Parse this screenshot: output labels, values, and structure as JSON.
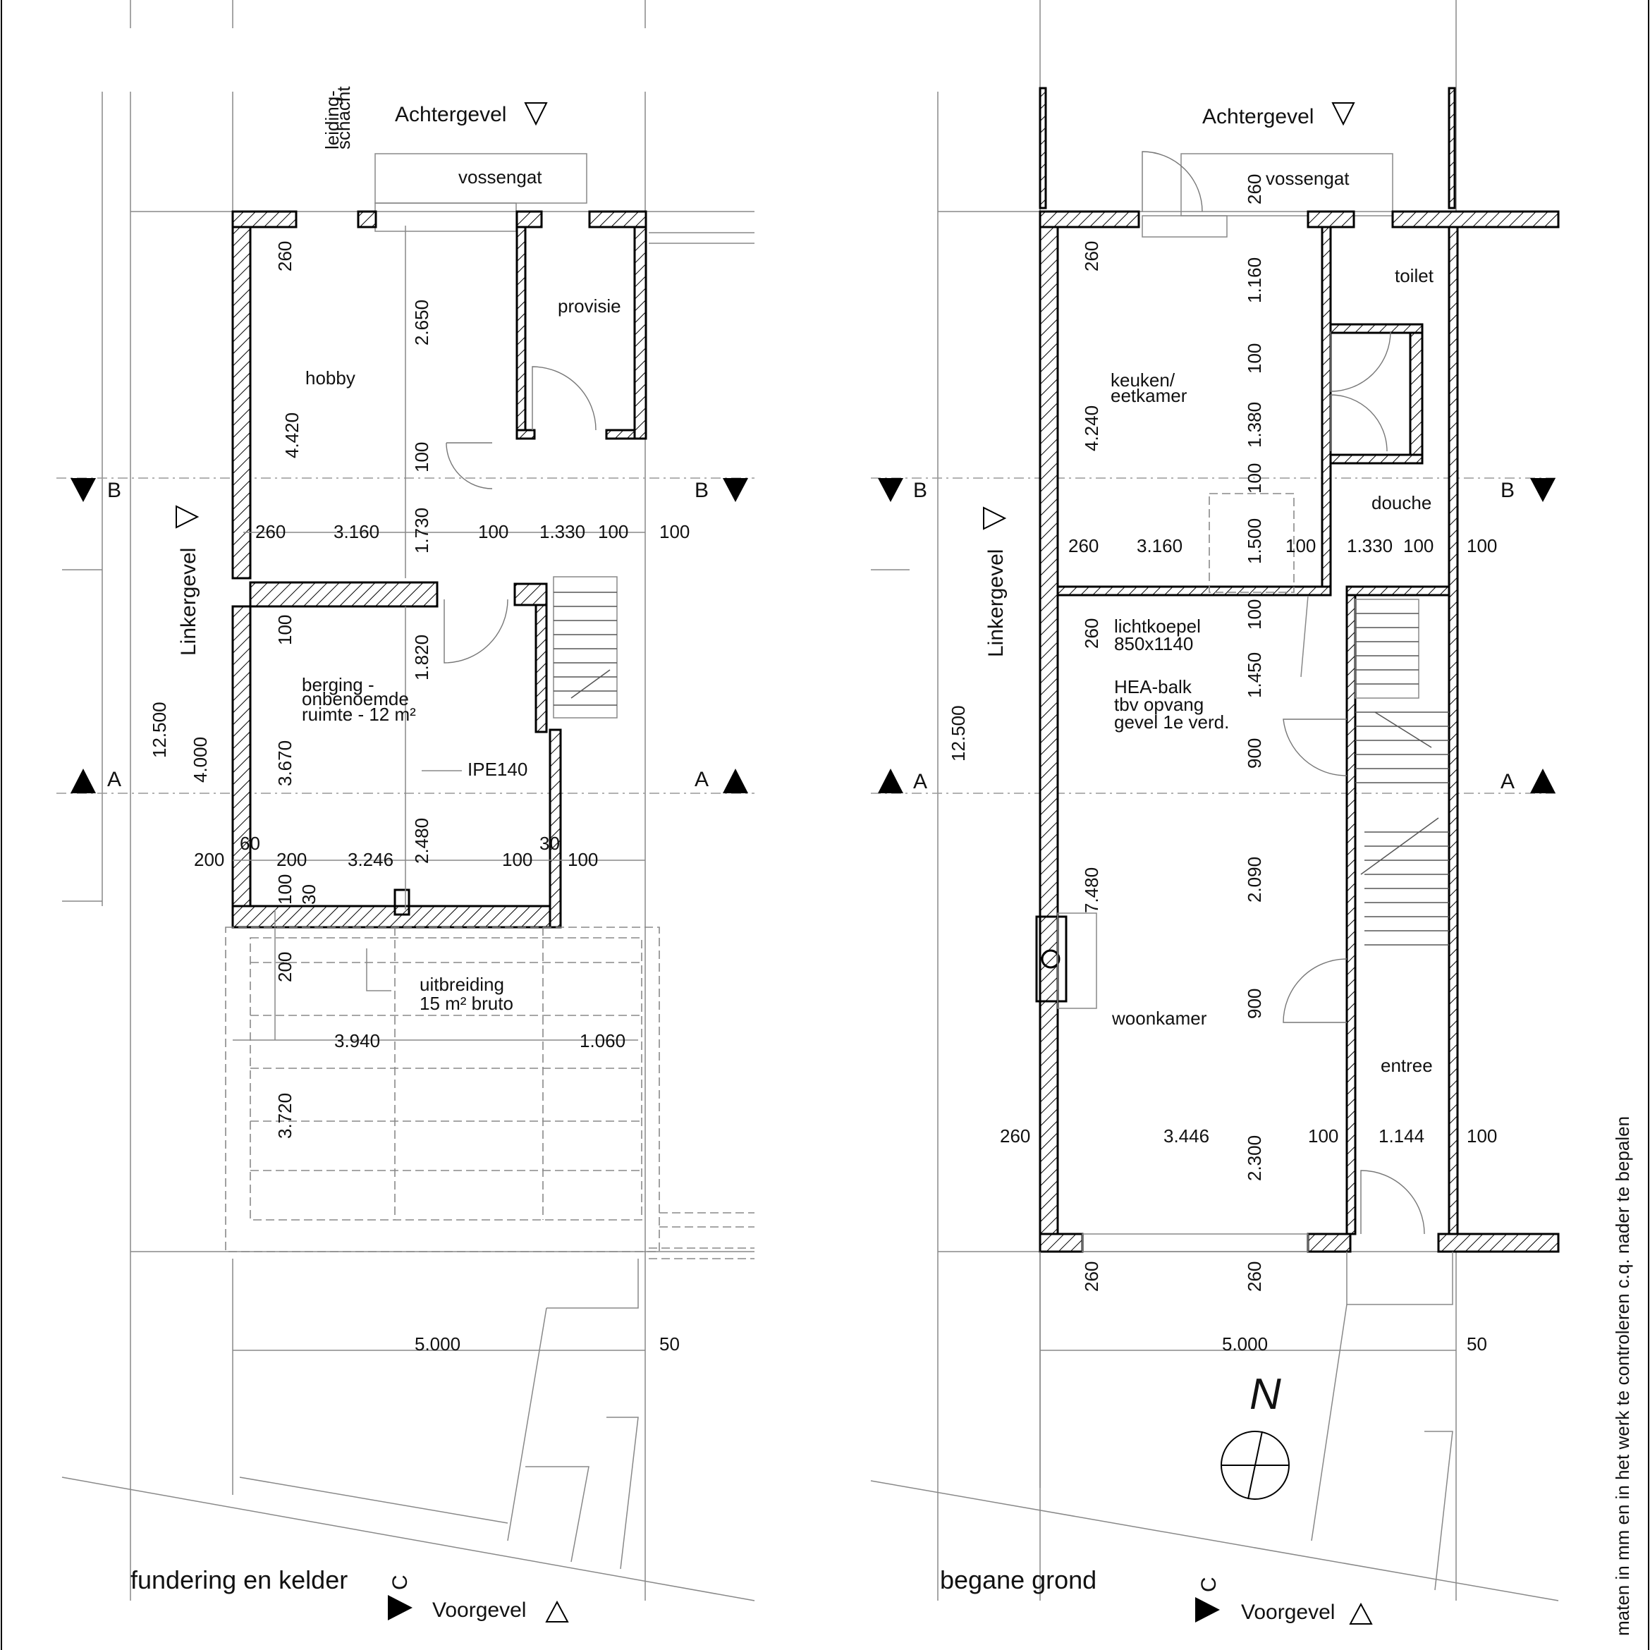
{
  "drawing": {
    "left_sheet": {
      "title": "fundering en kelder",
      "rear_facade": "Achtergevel",
      "front_facade": "Voorgevel",
      "left_facade": "Linkergevel",
      "section_B": "B",
      "section_A": "A",
      "section_C": "C",
      "labels": {
        "shaft": "leiding-",
        "shaft2": "schacht",
        "foxhole": "vossengat",
        "hobby": "hobby",
        "pantry": "provisie",
        "storage1": "berging -",
        "storage2": "onbenoemde",
        "storage3": "ruimte - 12 m²",
        "beam": "IPE140",
        "ext1": "uitbreiding",
        "ext2": "15 m² bruto"
      },
      "dims": {
        "d260a": "260",
        "d2650": "2.650",
        "d4420": "4.420",
        "d100a": "100",
        "d1730": "1.730",
        "d260b": "260",
        "d3160": "3.160",
        "d100b": "100",
        "d1330": "1.330",
        "d100c": "100",
        "d100d": "100",
        "d100e": "100",
        "d1820": "1.820",
        "d12500": "12.500",
        "d4000": "4.000",
        "d3670": "3.670",
        "d2480": "2.480",
        "d200a": "200",
        "d60": "60",
        "d200b": "200",
        "d3246": "3.246",
        "d100f": "100",
        "d30a": "30",
        "d100g": "100",
        "d100h": "100",
        "d30b": "30",
        "d200c": "200",
        "d3940": "3.940",
        "d1060": "1.060",
        "d3720": "3.720",
        "d5000": "5.000",
        "d50": "50"
      }
    },
    "right_sheet": {
      "title": "begane grond",
      "rear_facade": "Achtergevel",
      "front_facade": "Voorgevel",
      "left_facade": "Linkergevel",
      "section_B": "B",
      "section_A": "A",
      "section_C": "C",
      "north": "N",
      "labels": {
        "foxhole": "vossengat",
        "toilet": "toilet",
        "kitchen1": "keuken/",
        "kitchen2": "eetkamer",
        "shower": "douche",
        "skylight1": "lichtkoepel",
        "skylight2": "850x1140",
        "hea1": "HEA-balk",
        "hea2": "tbv opvang",
        "hea3": "gevel 1e verd.",
        "living": "woonkamer",
        "entrance": "entree"
      },
      "dims": {
        "d260a": "260",
        "d1160": "1.160",
        "d260b": "260",
        "d100a": "100",
        "d4240": "4.240",
        "d1380": "1.380",
        "d100b": "100",
        "d260c": "260",
        "d3160": "3.160",
        "d1500": "1.500",
        "d100c": "100",
        "d1330": "1.330",
        "d100d": "100",
        "d100e": "100",
        "d260d": "260",
        "d100f": "100",
        "d1450": "1.450",
        "d12500": "12.500",
        "d900a": "900",
        "d7480": "7.480",
        "d2090": "2.090",
        "d900b": "900",
        "d260e": "260",
        "d3446": "3.446",
        "d2300": "2.300",
        "d100g": "100",
        "d1144": "1.144",
        "d100h": "100",
        "d260f": "260",
        "d260g": "260",
        "d5000": "5.000",
        "d50": "50"
      }
    },
    "note": "maten in mm en in het werk te controleren c.q. nader te bepalen"
  }
}
